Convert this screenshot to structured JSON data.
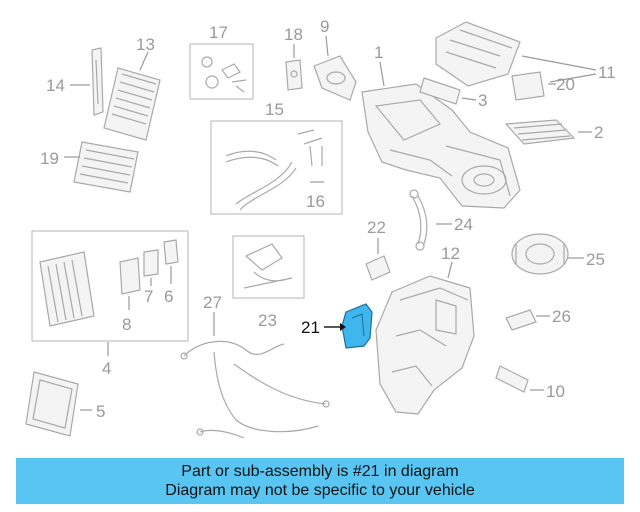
{
  "callouts": {
    "c1": "1",
    "c2": "2",
    "c3": "3",
    "c4": "4",
    "c5": "5",
    "c6": "6",
    "c7": "7",
    "c8": "8",
    "c9": "9",
    "c10": "10",
    "c11": "11",
    "c12": "12",
    "c13": "13",
    "c14": "14",
    "c15": "15",
    "c16": "16",
    "c17": "17",
    "c18": "18",
    "c19": "19",
    "c20": "20",
    "c21": "21",
    "c22": "22",
    "c23": "23",
    "c24": "24",
    "c25": "25",
    "c26": "26",
    "c27": "27"
  },
  "highlight": {
    "part_number": "21",
    "color": "#3fb6ee"
  },
  "banner": {
    "line1": "Part or sub-assembly is #21 in diagram",
    "line2": "Diagram may not be specific to your vehicle",
    "color": "#58c5f2"
  }
}
